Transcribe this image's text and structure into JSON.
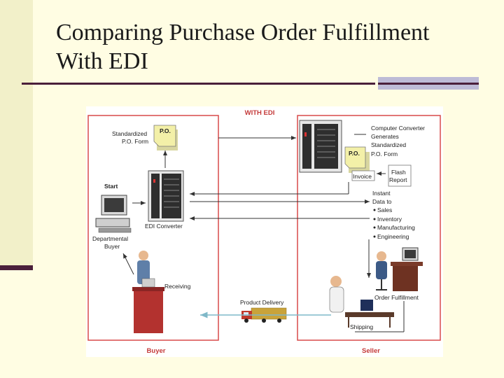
{
  "slide": {
    "title_line1": "Comparing Purchase Order Fulfillment",
    "title_line2": "With EDI"
  },
  "diagram": {
    "header": "WITH EDI",
    "buyer_label": "Buyer",
    "seller_label": "Seller",
    "buyer_side": {
      "po_doc_text": "P.O.",
      "po_form_label_1": "Standardized",
      "po_form_label_2": "P.O. Form",
      "start_label": "Start",
      "edi_converter_label": "EDI Converter",
      "dept_buyer_label_1": "Departmental",
      "dept_buyer_label_2": "Buyer",
      "receiving_label": "Receiving"
    },
    "seller_side": {
      "converter_text": [
        "Computer Converter",
        "Generates",
        "Standardized",
        "P.O. Form"
      ],
      "po_doc_text": "P.O.",
      "invoice_label": "Invoice",
      "flash_report_1": "Flash",
      "flash_report_2": "Report",
      "instant_data_1": "Instant",
      "instant_data_2": "Data to",
      "bullets": [
        "Sales",
        "Inventory",
        "Manufacturing",
        "Engineering"
      ],
      "order_fulfillment_label": "Order Fulfillment",
      "shipping_label": "Shipping"
    },
    "product_delivery_label": "Product Delivery",
    "colors": {
      "box_border": "#d94a4a",
      "arrows": "#333333",
      "delivery_arrow": "#7fb8c8",
      "truck": "#c9a33a",
      "document": "#f3f0a8",
      "server": "#2e2e2e",
      "receiving_desk": "#b3322f"
    }
  }
}
